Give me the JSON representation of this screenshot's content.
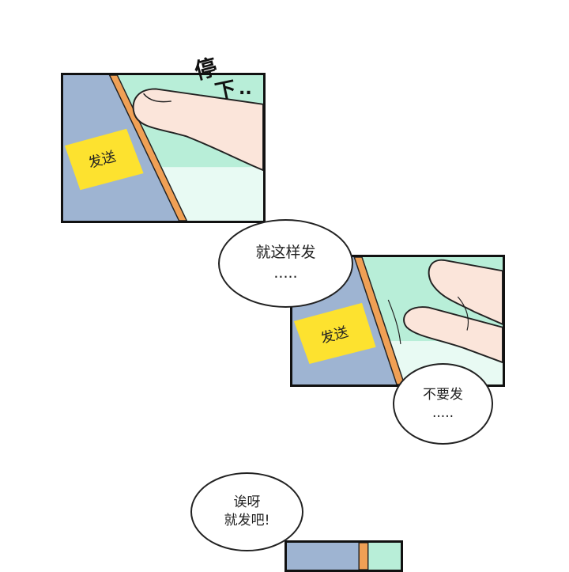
{
  "panels": [
    {
      "send_label": "发送"
    },
    {
      "send_label": "发送"
    },
    {}
  ],
  "sfx": {
    "stop": [
      "停",
      "下"
    ],
    "dots": ".."
  },
  "bubbles": [
    {
      "line1": "就这样发",
      "line2": "....."
    },
    {
      "line1": "不要发",
      "line2": "....."
    },
    {
      "line1": "诶呀",
      "line2": "就发吧!"
    }
  ],
  "colors": {
    "phone_blue": "#9eb4d2",
    "phone_edge": "#f0a055",
    "screen_teal": "#b8eed8",
    "skin": "#fbe5da",
    "send_yellow": "#fde22f",
    "ink": "#111111"
  }
}
